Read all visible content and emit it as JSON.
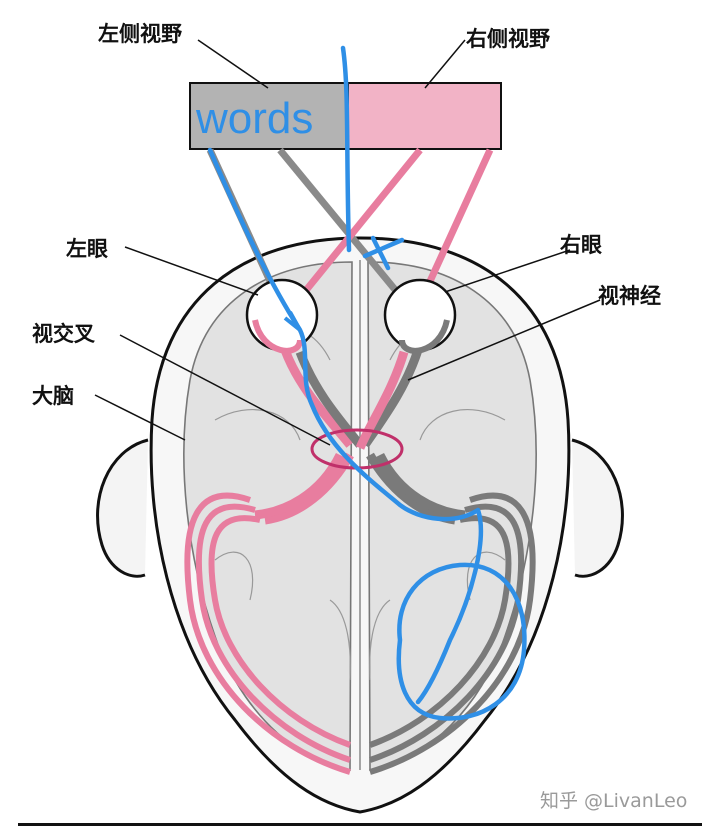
{
  "labels": {
    "left_field": "左侧视野",
    "right_field": "右侧视野",
    "left_eye": "左眼",
    "right_eye": "右眼",
    "optic_nerve": "视神经",
    "optic_chiasm": "视交叉",
    "cerebrum": "大脑"
  },
  "annotation": {
    "handwritten_word": "words"
  },
  "watermark": "知乎 @LivanLeo",
  "colors": {
    "left_field_fill": "#b3b3b3",
    "right_field_fill": "#f2b3c6",
    "pink_pathway": "#e87d9f",
    "gray_pathway": "#7a7a7a",
    "brain_fill": "#e2e2e2",
    "annotation_blue": "#2f8fe6",
    "chiasm_ring": "#c0306a"
  }
}
